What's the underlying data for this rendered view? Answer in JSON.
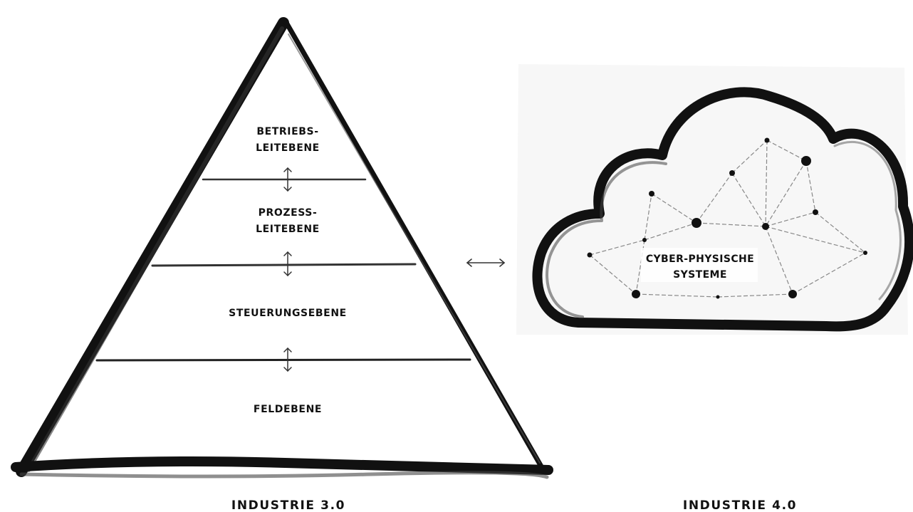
{
  "pyramid": {
    "levels": [
      {
        "lines": [
          "BETRIEBS-",
          "LEITEBENE"
        ]
      },
      {
        "lines": [
          "PROZESS-",
          "LEITEBENE"
        ]
      },
      {
        "lines": [
          "STEUERUNGSEBENE"
        ]
      },
      {
        "lines": [
          "FELDEBENE"
        ]
      }
    ],
    "caption": "INDUSTRIE 3.0"
  },
  "cloud": {
    "lines": [
      "CYBER-PHYSISCHE",
      "SYSTEME"
    ],
    "caption": "INDUSTRIE 4.0"
  },
  "colors": {
    "ink": "#111111",
    "line": "#222222"
  }
}
